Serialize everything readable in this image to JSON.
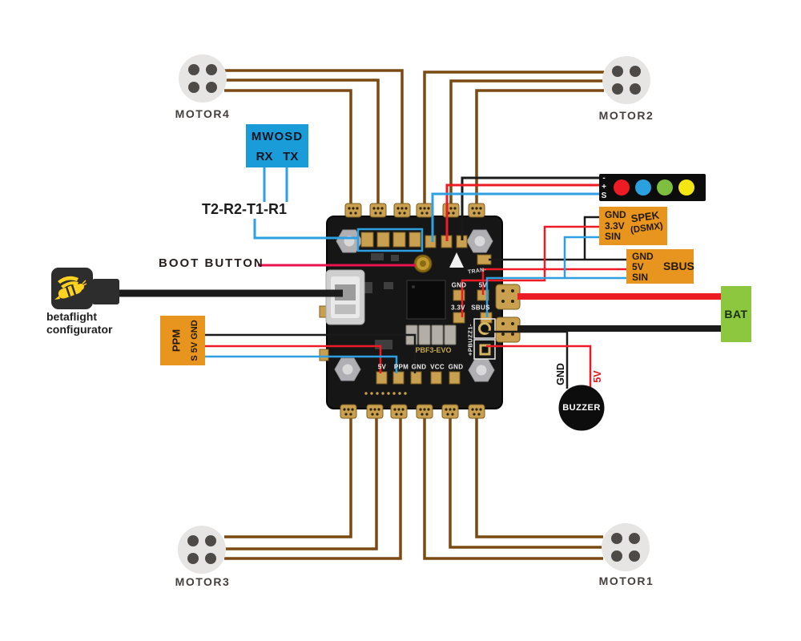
{
  "colors": {
    "wire_brown": "#7a4a12",
    "wire_red": "#ed1c24",
    "wire_blue": "#2e9fe0",
    "wire_black": "#1a1a1a",
    "boot_pointer": "#e8134f",
    "mwosd_blue": "#1a9cd8",
    "box_orange": "#e89520",
    "bat_green": "#8dc63f",
    "led_red": "#ed1c24",
    "led_blue": "#2aa0df",
    "led_green": "#7fbf3f",
    "led_yellow": "#f4e613",
    "bee_yellow": "#ffd21f",
    "pcb_black": "#161616",
    "pad_gold": "#c9a050"
  },
  "motors": {
    "m1": "MOTOR1",
    "m2": "MOTOR2",
    "m3": "MOTOR3",
    "m4": "MOTOR4"
  },
  "mwosd": {
    "title": "MWOSD",
    "rx": "RX",
    "tx": "TX"
  },
  "uart_label": "T2-R2-T1-R1",
  "boot_button_label": "BOOT BUTTON",
  "betaflight": {
    "line1": "betaflight",
    "line2": "configurator"
  },
  "ppm_box": {
    "signal_col": "PPM",
    "pin_col": "S 5V GND"
  },
  "led_strip": {
    "minus": "-",
    "plus": "+",
    "signal": "S"
  },
  "spek_box": {
    "pin1": "GND",
    "pin2": "3.3V",
    "pin3": "SIN",
    "name": "SPEK",
    "sub": "(DSMX)"
  },
  "sbus_box": {
    "pin1": "GND",
    "pin2": "5V",
    "pin3": "SIN",
    "name": "SBUS"
  },
  "bat_label": "BAT",
  "buzzer": {
    "label": "BUZZER",
    "gnd": "GND",
    "v5": "5V"
  },
  "board": {
    "gnd": "GND",
    "v5": "5V",
    "v33": "3.3V",
    "sbus": "SBUS",
    "pbuzz": "+PBUZZ1-",
    "model": "PBF3-EVO",
    "tran": "TRAN-",
    "bottom": [
      "5V",
      "PPM",
      "GND",
      "VCC",
      "GND"
    ]
  }
}
